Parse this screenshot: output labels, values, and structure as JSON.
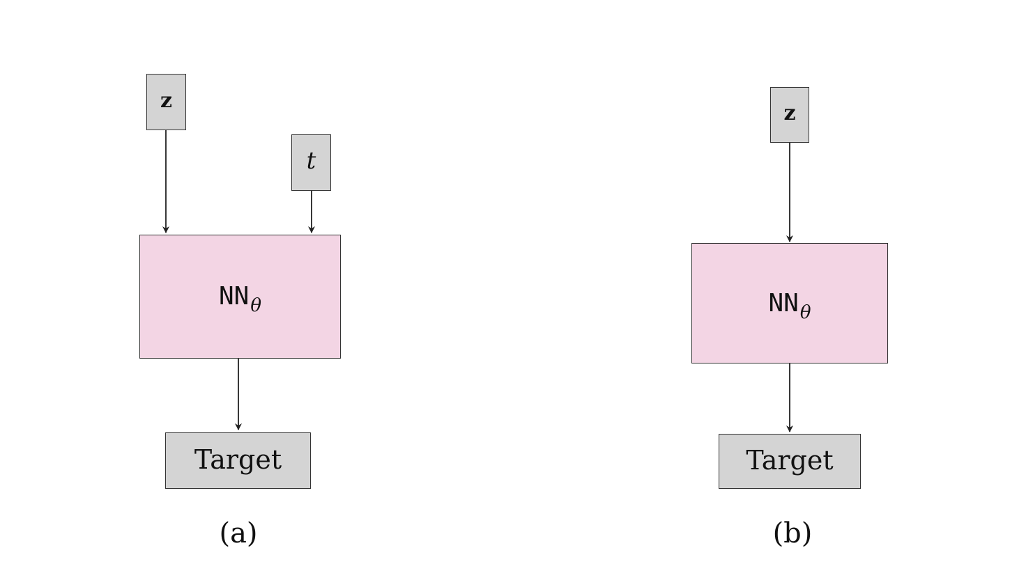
{
  "panel_a": {
    "input_z": "z",
    "input_t": "t",
    "network": {
      "main": "NN",
      "subscript": "θ"
    },
    "output": "Target",
    "caption": "(a)"
  },
  "panel_b": {
    "input_z": "z",
    "network": {
      "main": "NN",
      "subscript": "θ"
    },
    "output": "Target",
    "caption": "(b)"
  },
  "colors": {
    "input_fill": "#d4d4d4",
    "network_fill": "#f3d5e4",
    "output_fill": "#d4d4d4",
    "stroke": "#333333"
  }
}
